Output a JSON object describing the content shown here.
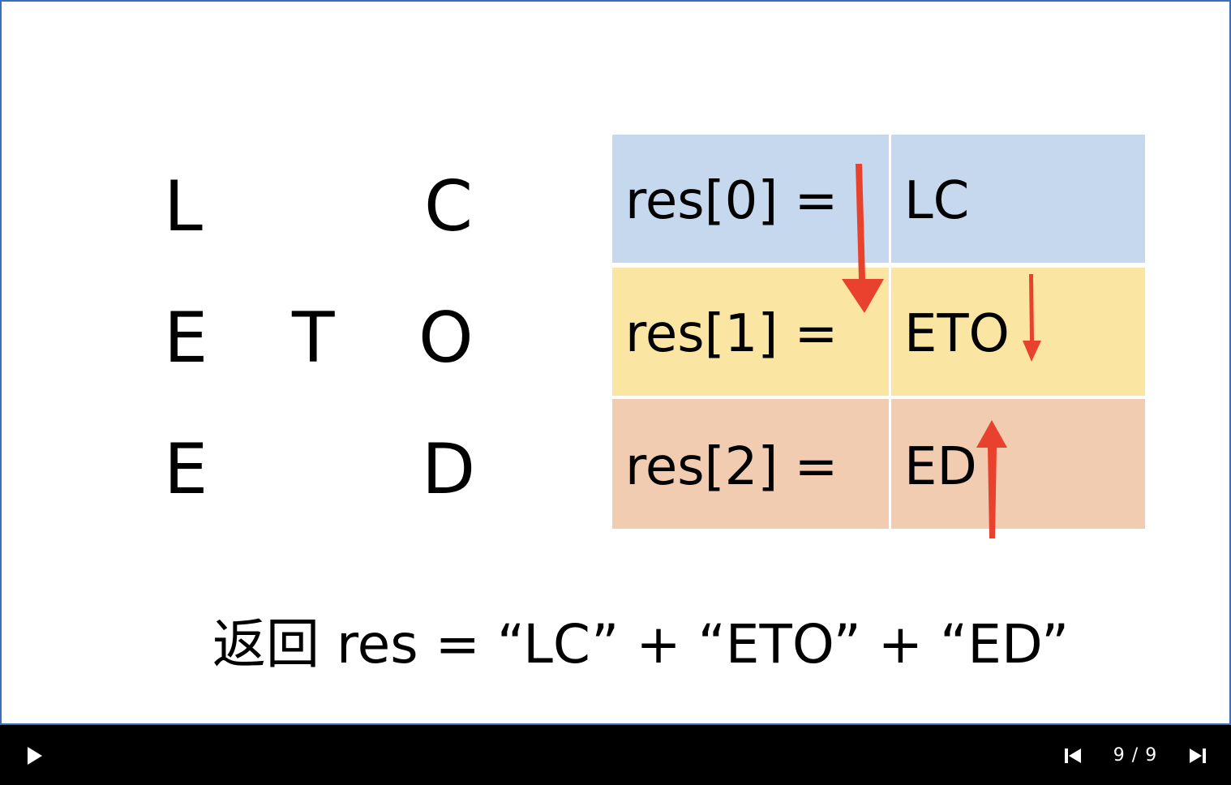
{
  "zigzag": {
    "row0": {
      "c0": "L",
      "c2": "C"
    },
    "row1": {
      "c0": "E",
      "c1": "T",
      "c2": "O"
    },
    "row2": {
      "c0": "E",
      "c2": "D"
    }
  },
  "table": {
    "rows": [
      {
        "label": "res[0] =",
        "value": "LC",
        "color": "#c5d8ed"
      },
      {
        "label": "res[1] =",
        "value": "ETO",
        "color": "#fae5a3"
      },
      {
        "label": "res[2] =",
        "value": "ED",
        "color": "#f1ccb1"
      }
    ]
  },
  "arrow_color": "#e8412e",
  "formula": "返回 res = “LC” + “ETO” + “ED”",
  "controls": {
    "play_icon": "play-icon",
    "prev_icon": "skip-previous-icon",
    "next_icon": "skip-next-icon",
    "page": "9 / 9"
  }
}
